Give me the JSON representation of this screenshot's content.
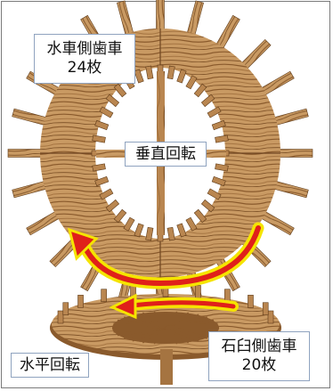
{
  "labels": {
    "water_wheel_gear": {
      "line1": "水車側歯車",
      "line2": "24枚"
    },
    "vertical_rotation": "垂直回転",
    "millstone_gear": {
      "line1": "石臼側歯車",
      "line2": "20枚"
    },
    "horizontal_rotation": "水平回転"
  },
  "colors": {
    "wood_light": "#caa06a",
    "wood_dark": "#9a6a38",
    "wood_grain": "#7a4e24",
    "arrow_outer": "#f5e400",
    "arrow_inner": "#e0201a",
    "label_border": "#8fa3bf",
    "frame": "#7a7a7a"
  },
  "gear_counts": {
    "vertical_wheel_outer_teeth": 24,
    "horizontal_wheel_teeth": 20
  }
}
